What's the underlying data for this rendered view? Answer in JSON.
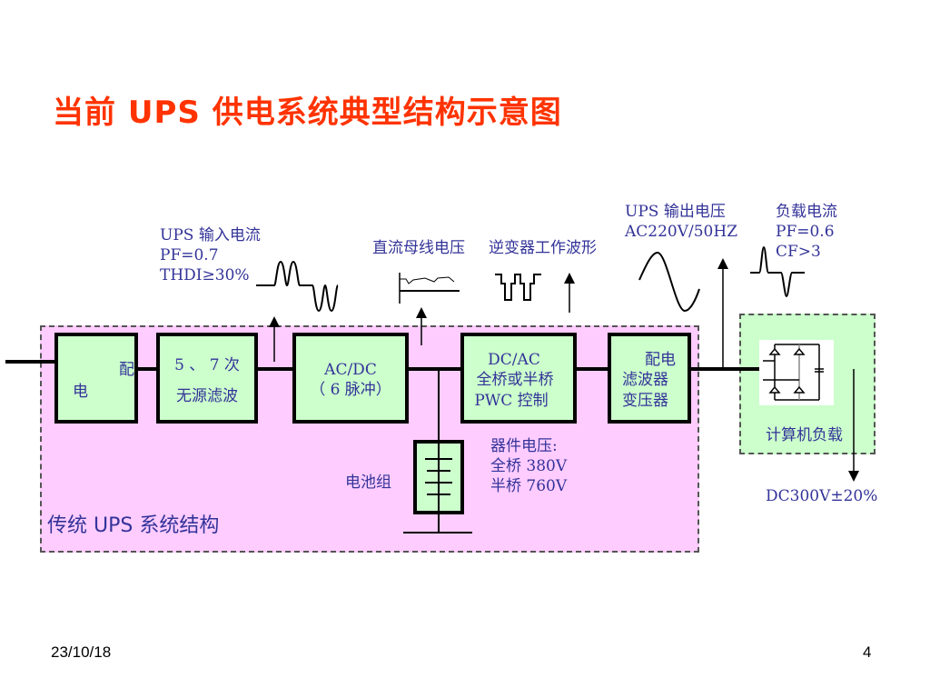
{
  "slide": {
    "title": "当前 UPS 供电系统典型结构示意图",
    "footer_date": "23/10/18",
    "page_number": "4"
  },
  "annotations": {
    "input_current": [
      "UPS 输入电流",
      "PF=0.7",
      "THDI≥30%"
    ],
    "dc_bus_voltage": "直流母线电压",
    "inverter_waveform": "逆变器工作波形",
    "output_voltage": [
      "UPS 输出电压",
      "AC220V/50HZ"
    ],
    "load_current": [
      "负载电流",
      "PF=0.6",
      "CF>3"
    ],
    "device_voltage": [
      "器件电压:",
      "全桥 380V",
      "半桥 760V"
    ],
    "battery_label": "电池组",
    "dc_voltage": "DC300V±20%"
  },
  "blocks": {
    "distribution": {
      "left": "电",
      "right": "配"
    },
    "filter": [
      "5 、 7 次",
      "无源滤波"
    ],
    "rectifier": [
      "AC/DC",
      "（ 6 脉冲）"
    ],
    "inverter": [
      "DC/AC",
      "全桥或半桥",
      "PWC 控制"
    ],
    "output_transformer": [
      "配电",
      "滤波器",
      "变压器"
    ]
  },
  "regions": {
    "ups_system": "传统 UPS 系统结构",
    "computer_load": "计算机负载"
  },
  "colors": {
    "title": "#ff3300",
    "label_text": "#333399",
    "ups_region_fill": "#ffccff",
    "block_fill": "#ccffcc"
  }
}
